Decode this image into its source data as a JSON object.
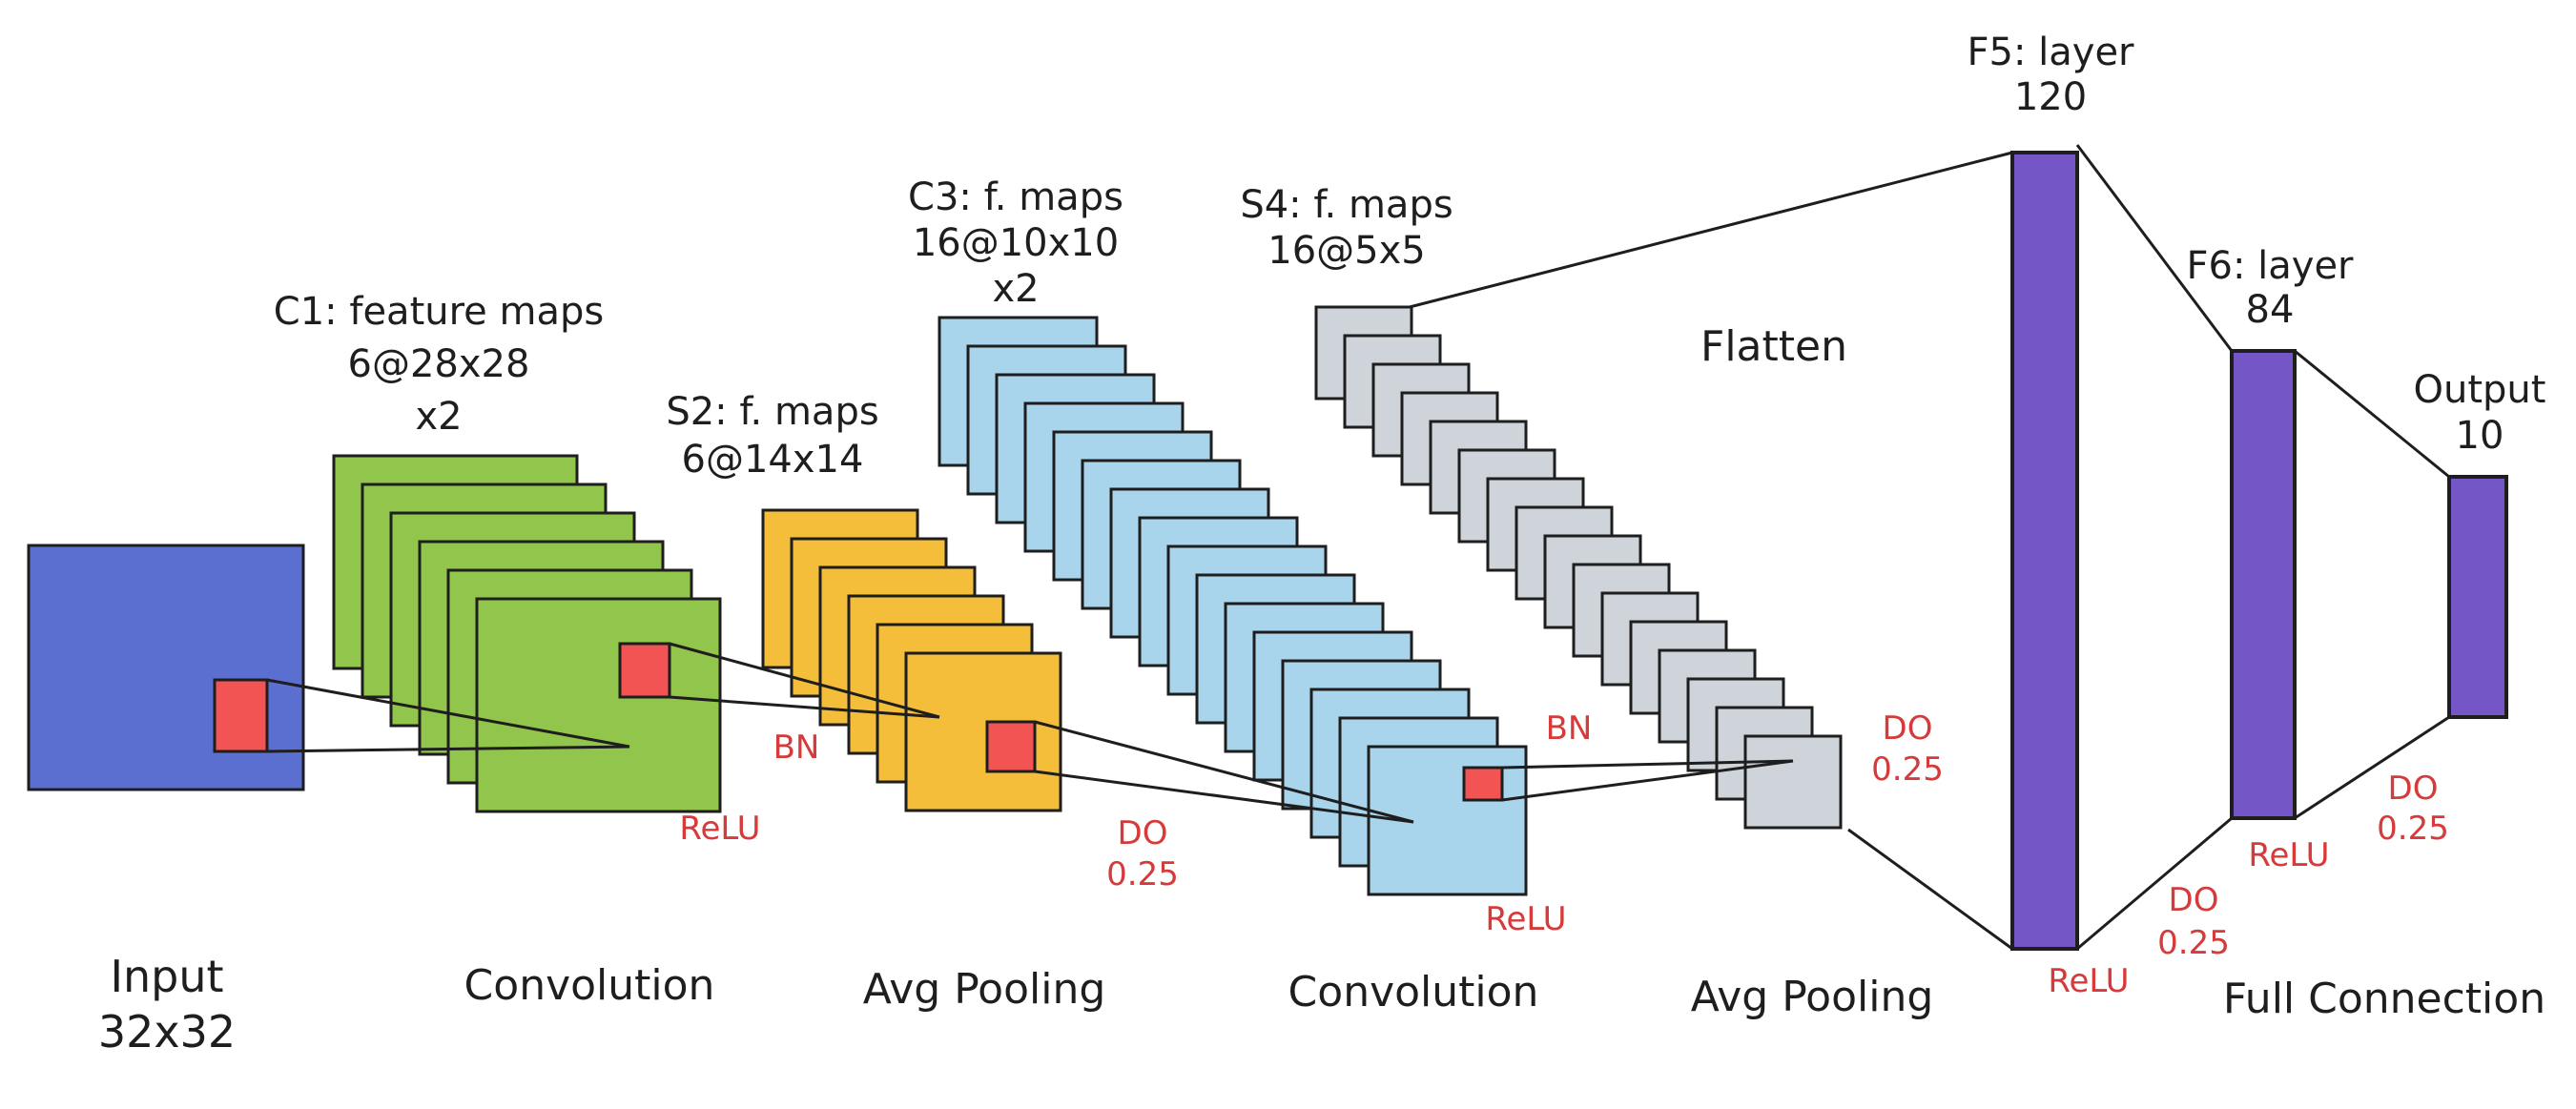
{
  "colors": {
    "input": "#5a6fd0",
    "c1": "#92c54b",
    "s2": "#f4bd3a",
    "c3": "#a9d5ec",
    "s4": "#cfd4db",
    "fc": "#7556c6",
    "kernel": "#f25454",
    "ink": "#1e1e1e",
    "annotation": "#d63a3a"
  },
  "layers": {
    "input": {
      "line1": "Input",
      "line2": "32x32"
    },
    "c1": {
      "line1": "C1: feature maps",
      "line2": "6@28x28",
      "line3": "x2"
    },
    "s2": {
      "line1": "S2: f. maps",
      "line2": "6@14x14"
    },
    "c3": {
      "line1": "C3: f. maps",
      "line2": "16@10x10",
      "line3": "x2"
    },
    "s4": {
      "line1": "S4: f. maps",
      "line2": "16@5x5"
    },
    "flatten": "Flatten",
    "f5": {
      "line1": "F5: layer",
      "line2": "120"
    },
    "f6": {
      "line1": "F6: layer",
      "line2": "84"
    },
    "output": {
      "line1": "Output",
      "line2": "10"
    }
  },
  "stages": {
    "convolution_1": "Convolution",
    "pooling_1": "Avg Pooling",
    "convolution_2": "Convolution",
    "pooling_2": "Avg Pooling",
    "full": "Full Connection"
  },
  "annotations": {
    "relu_c1": "ReLU",
    "bn_s2": "BN",
    "do_s2": {
      "line1": "DO",
      "line2": "0.25"
    },
    "bn_c3": "BN",
    "relu_c3": "ReLU",
    "do_s4": {
      "line1": "DO",
      "line2": "0.25"
    },
    "relu_f5": "ReLU",
    "do_f5": {
      "line1": "DO",
      "line2": "0.25"
    },
    "relu_f6": "ReLU",
    "do_f6": {
      "line1": "DO",
      "line2": "0.25"
    }
  }
}
